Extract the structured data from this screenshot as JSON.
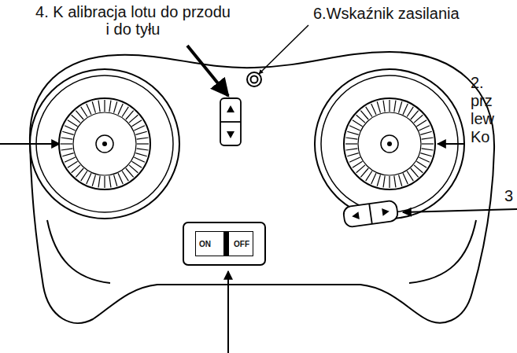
{
  "diagram": {
    "nodes": [
      {
        "text": [
          "ON",
          "OFF"
        ]
      }
    ],
    "labels": [
      "4. K alibracja lotu do przodu i do tyłu",
      "6.Wskaźnik zasilania",
      "2.",
      "prz",
      "lew",
      "Ko",
      "3"
    ]
  }
}
